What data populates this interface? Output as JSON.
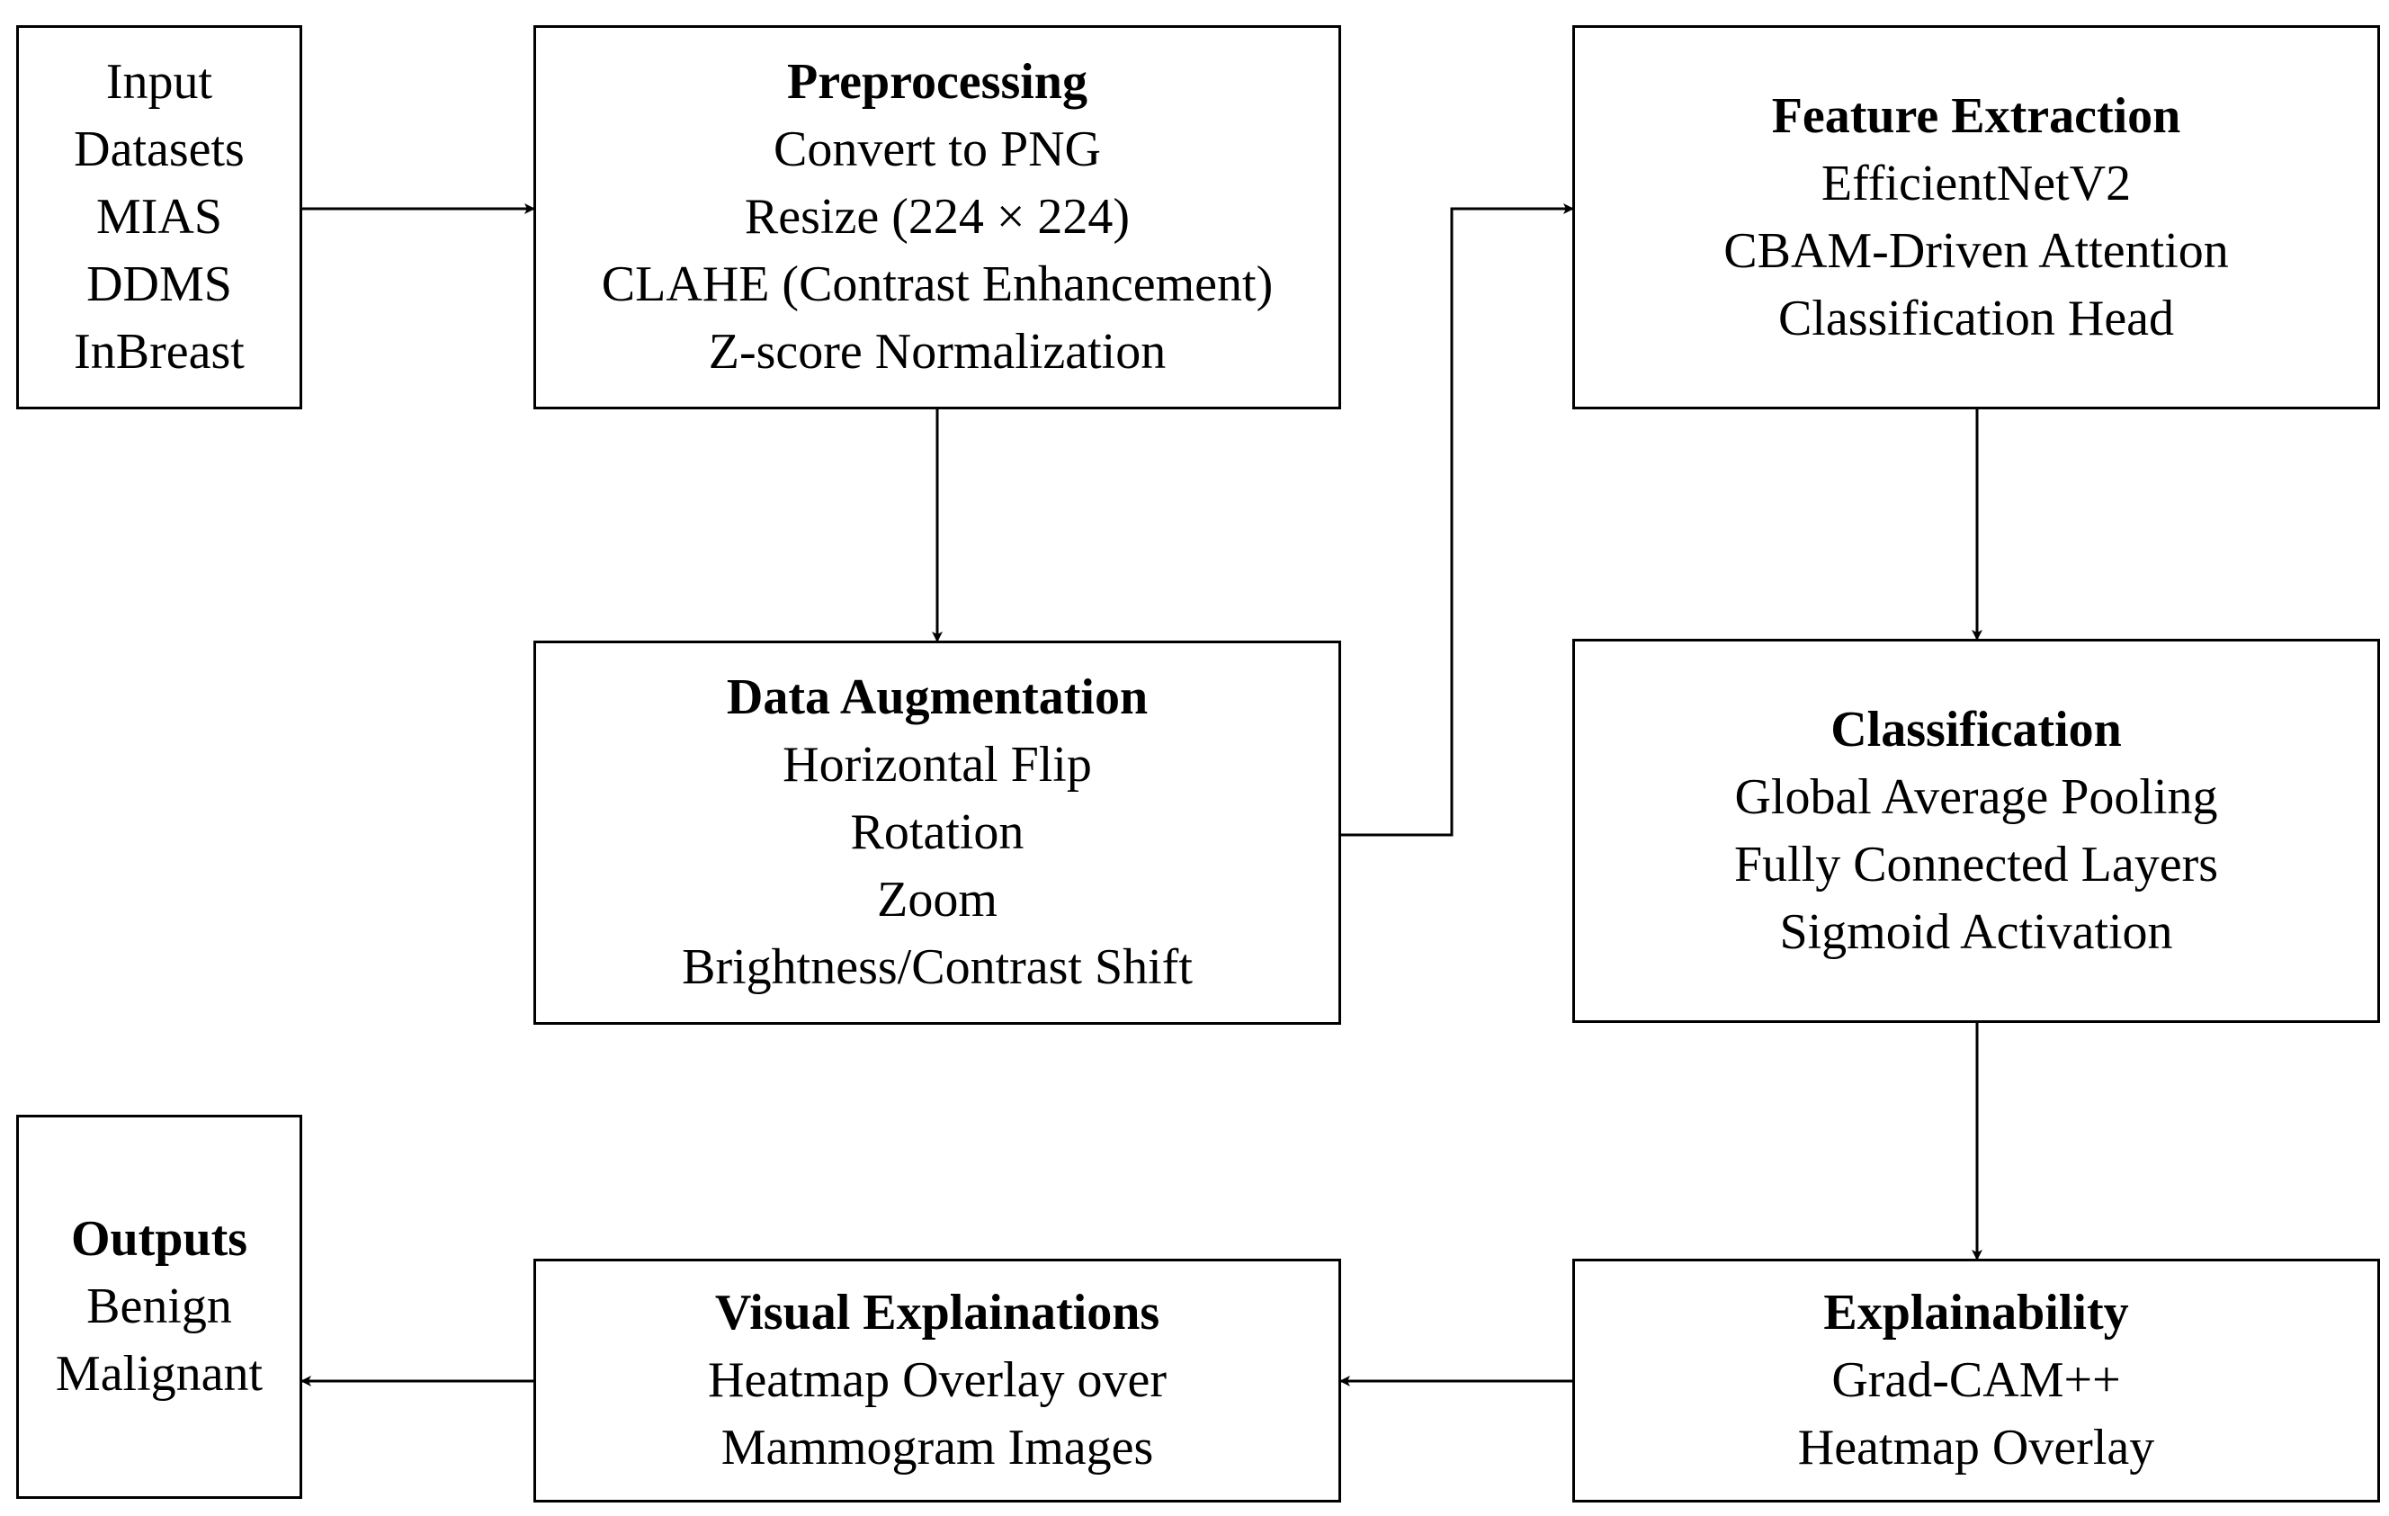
{
  "diagram": {
    "colors": {
      "stroke": "#000000",
      "background": "#ffffff",
      "text": "#000000"
    },
    "nodes": [
      {
        "id": "input",
        "title": "",
        "lines": [
          "Input",
          "Datasets",
          "MIAS",
          "DDMS",
          "InBreast"
        ]
      },
      {
        "id": "preprocessing",
        "title": "Preprocessing",
        "lines": [
          "Convert to PNG",
          "Resize (224 × 224)",
          "CLAHE (Contrast Enhancement)",
          "Z-score Normalization"
        ]
      },
      {
        "id": "augmentation",
        "title": "Data Augmentation",
        "lines": [
          "Horizontal Flip",
          "Rotation",
          "Zoom",
          "Brightness/Contrast Shift"
        ]
      },
      {
        "id": "feature",
        "title": "Feature Extraction",
        "lines": [
          "EfficientNetV2",
          "CBAM-Driven Attention",
          "Classification Head"
        ]
      },
      {
        "id": "classification",
        "title": "Classification",
        "lines": [
          "Global Average Pooling",
          "Fully Connected Layers",
          "Sigmoid Activation"
        ]
      },
      {
        "id": "explainability",
        "title": "Explainability",
        "lines": [
          "Grad-CAM++",
          "Heatmap Overlay"
        ]
      },
      {
        "id": "visual",
        "title": "Visual Explainations",
        "lines": [
          "Heatmap Overlay over",
          "Mammogram Images"
        ]
      },
      {
        "id": "outputs",
        "title": "Outputs",
        "lines": [
          "Benign",
          "Malignant"
        ]
      }
    ],
    "edges": [
      {
        "from": "input",
        "to": "preprocessing"
      },
      {
        "from": "preprocessing",
        "to": "augmentation"
      },
      {
        "from": "augmentation",
        "to": "feature"
      },
      {
        "from": "feature",
        "to": "classification"
      },
      {
        "from": "classification",
        "to": "explainability"
      },
      {
        "from": "explainability",
        "to": "visual"
      },
      {
        "from": "visual",
        "to": "outputs"
      }
    ]
  }
}
